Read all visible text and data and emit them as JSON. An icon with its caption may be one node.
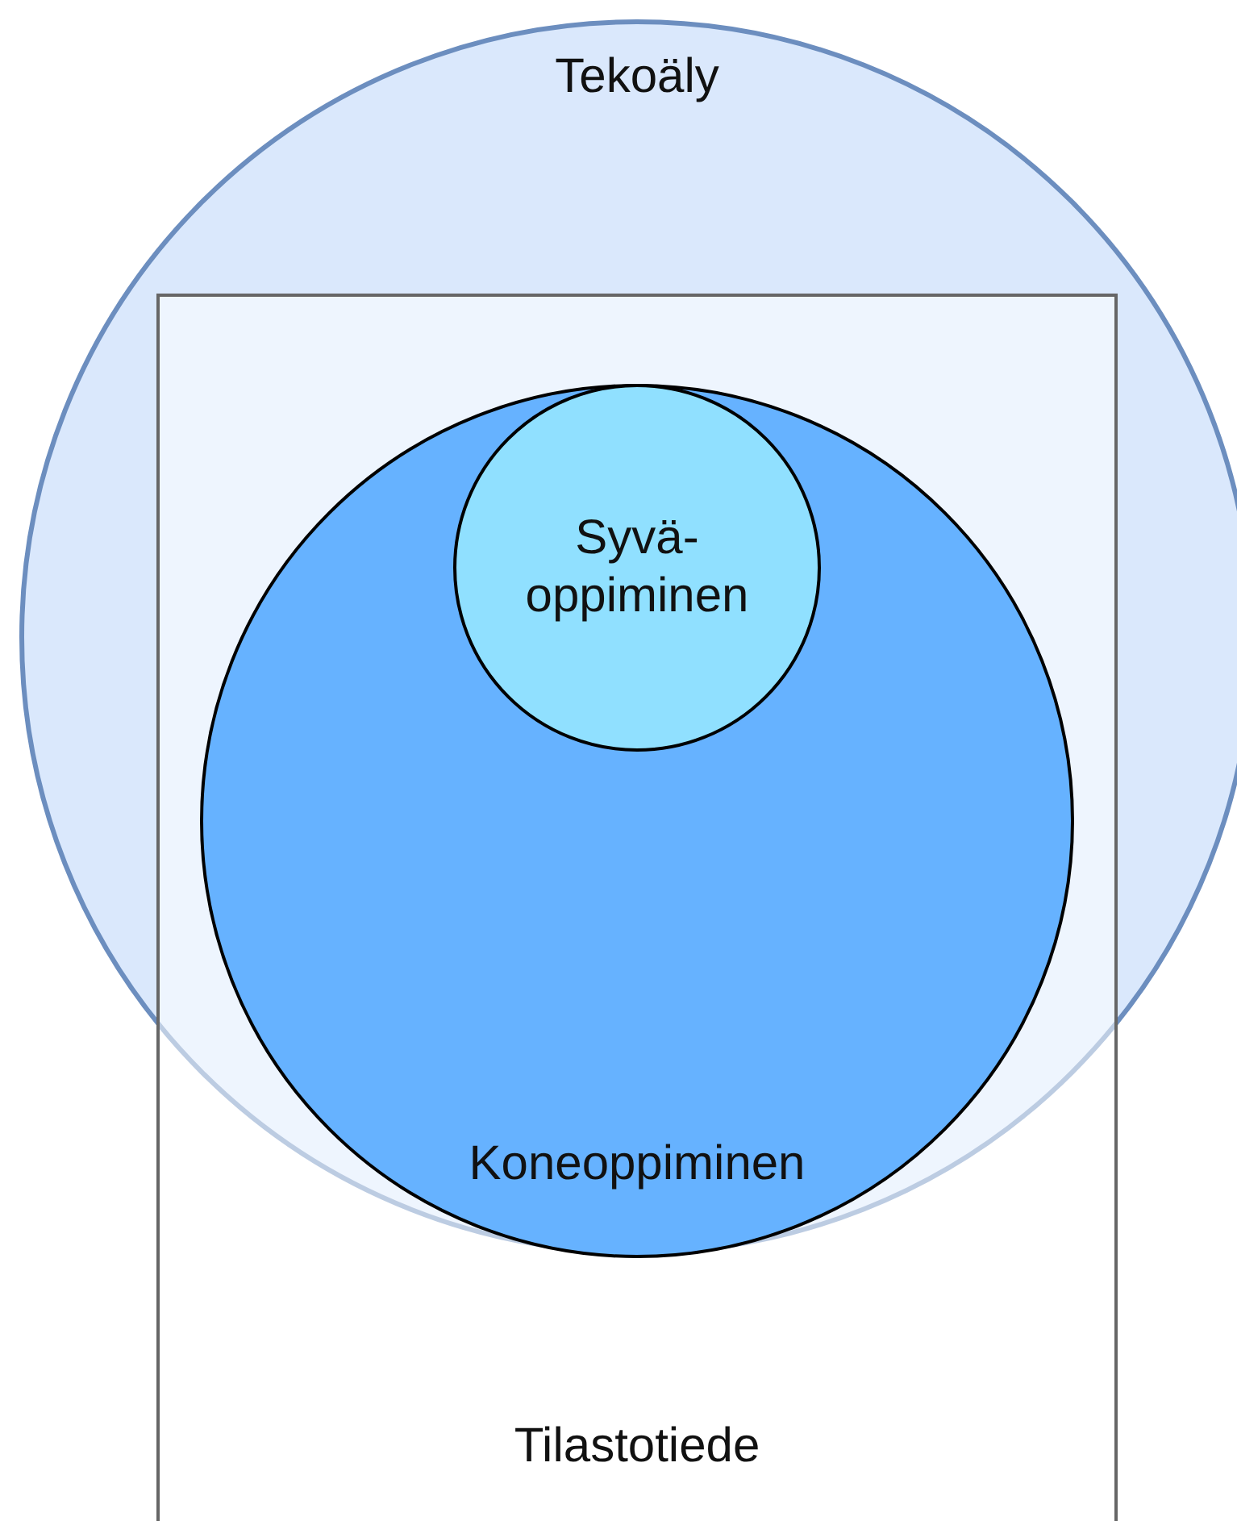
{
  "diagram": {
    "nodes": [
      {
        "text": [
          "Tekoäly"
        ]
      },
      {
        "text": [
          "Tilastotiede"
        ]
      },
      {
        "text": [
          "Koneoppiminen"
        ]
      },
      {
        "text": [
          "Syvä- oppiminen"
        ],
        "in": 2
      }
    ]
  }
}
